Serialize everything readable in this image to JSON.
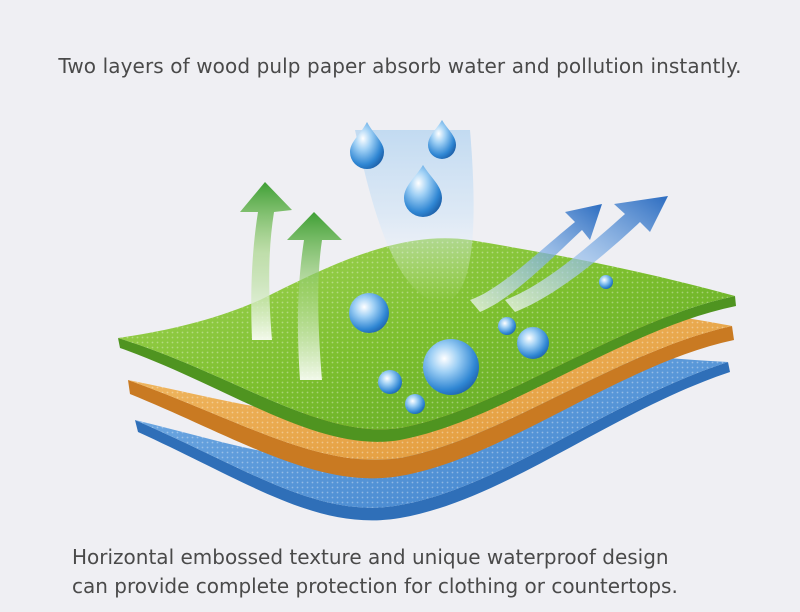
{
  "captions": {
    "top": "Two layers of wood pulp paper absorb water and pollution instantly.",
    "bottom_line1": "Horizontal embossed texture and unique waterproof design",
    "bottom_line2": "can provide complete protection for clothing or countertops."
  },
  "colors": {
    "background": "#efeff3",
    "top_layer": "#7cbf2e",
    "middle_layer": "#e8a445",
    "bottom_layer": "#4f93d6",
    "arrow_green": "#4caf3c",
    "arrow_blue": "#2f6fc4",
    "droplet": "#3a8fd8"
  },
  "icons": {
    "green_arrows": "up-arrow-icon",
    "blue_arrows": "diagonal-arrow-icon",
    "droplets": "water-droplet-icon"
  }
}
